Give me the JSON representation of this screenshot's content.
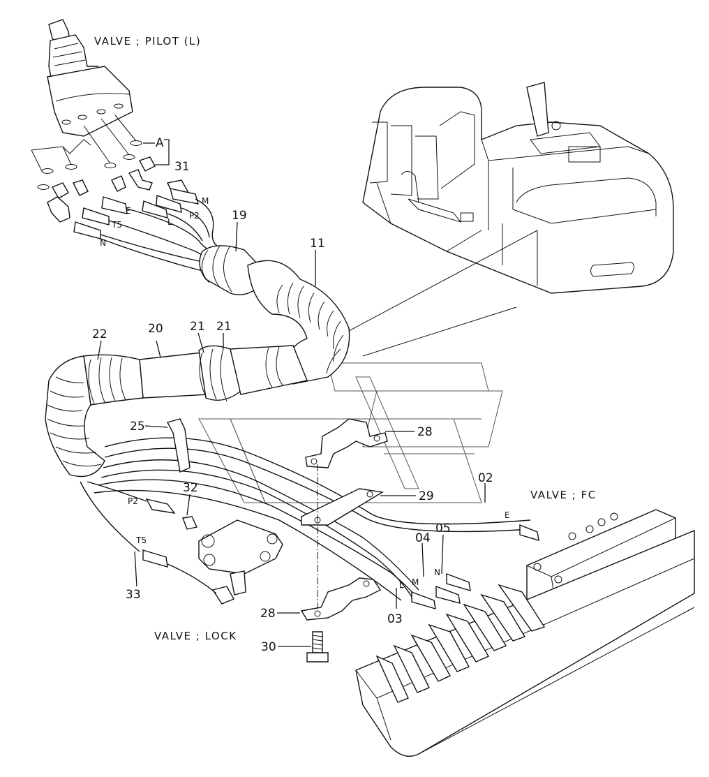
{
  "titles": {
    "pilot_valve": "VALVE ; PILOT (L)",
    "fc_valve": "VALVE ; FC",
    "lock_valve": "VALVE ; LOCK"
  },
  "callouts": {
    "c31": "31",
    "cA": "A",
    "c19": "19",
    "c11": "11",
    "c22": "22",
    "c20": "20",
    "c21a": "21",
    "c21b": "21",
    "c25": "25",
    "c28a": "28",
    "c28b": "28",
    "c29": "29",
    "c02": "02",
    "c32": "32",
    "c04": "04",
    "c05": "05",
    "c33": "33",
    "c03": "03",
    "c30": "30"
  },
  "ports": {
    "M": "M",
    "E": "E",
    "P2": "P2",
    "L": "L",
    "T5": "T5",
    "N": "N",
    "lower_P2": "P2",
    "lower_T5": "T5",
    "lower_E": "E",
    "lower_N": "N",
    "lower_M": "M",
    "lower_L": "L"
  }
}
